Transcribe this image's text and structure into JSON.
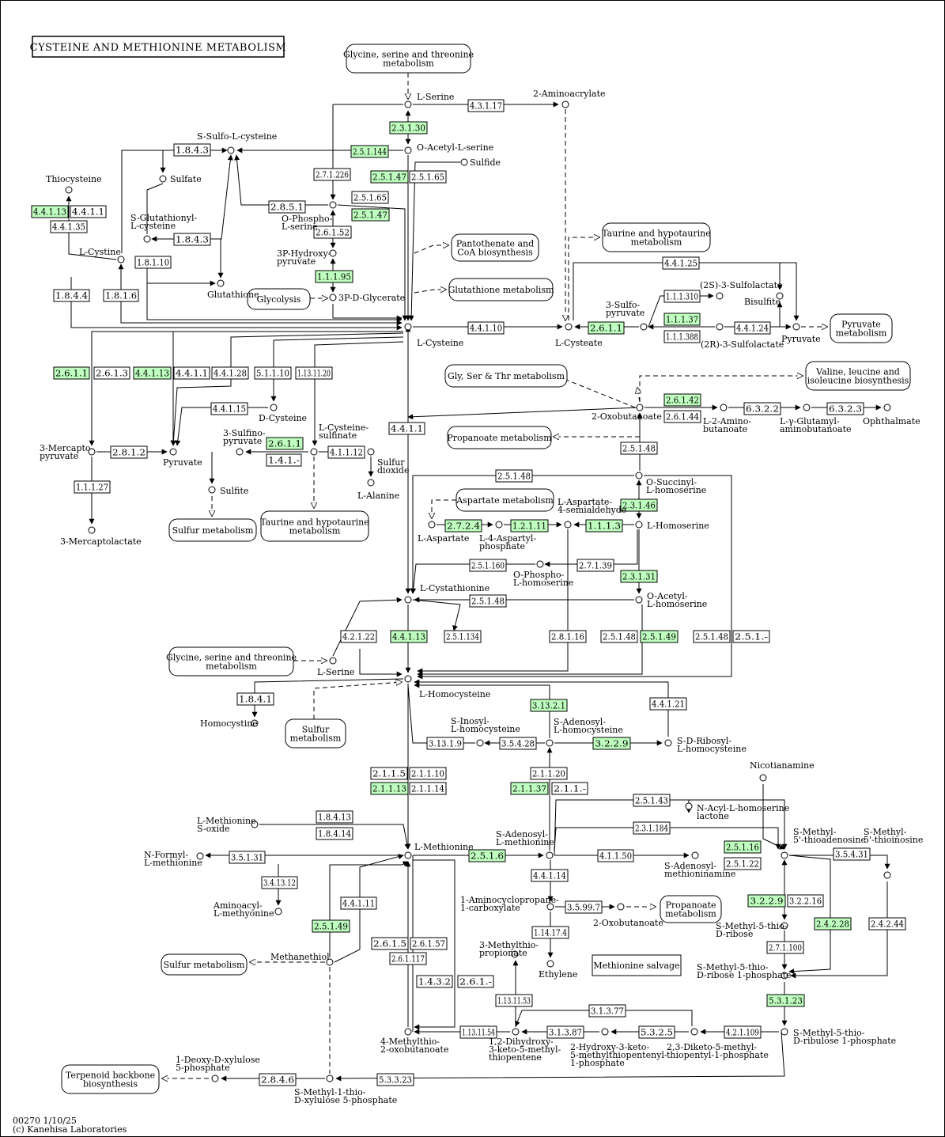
{
  "title": "CYSTEINE AND METHIONINE METABOLISM",
  "footer": [
    "00270 1/10/25",
    "(c) Kanehisa Laboratories"
  ],
  "colors": {
    "highlight": "#bfffbf",
    "line": "#000000",
    "background": "#ffffff"
  },
  "maps": [
    {
      "id": "gly_top",
      "lines": [
        "Glycine, serine and threonine",
        "metabolism"
      ]
    },
    {
      "id": "pant",
      "lines": [
        "Pantothenate and",
        "CoA biosynthesis"
      ]
    },
    {
      "id": "gsh",
      "lines": [
        "Glutathione metabolism"
      ]
    },
    {
      "id": "glyc",
      "lines": [
        "Glycolysis"
      ]
    },
    {
      "id": "taur_top",
      "lines": [
        "Taurine and hypotaurine",
        "metabolism"
      ]
    },
    {
      "id": "pyr",
      "lines": [
        "Pyruvate",
        "metabolism"
      ]
    },
    {
      "id": "gst",
      "lines": [
        "Gly, Ser & Thr metabolism"
      ]
    },
    {
      "id": "val",
      "lines": [
        "Valine, leucine and",
        "isoleucine biosynthesis"
      ]
    },
    {
      "id": "prop1",
      "lines": [
        "Propanoate metabolism"
      ]
    },
    {
      "id": "asp",
      "lines": [
        "Aspartate metabolism"
      ]
    },
    {
      "id": "sulf1",
      "lines": [
        "Sulfur metabolism"
      ]
    },
    {
      "id": "taur2",
      "lines": [
        "Taurine and hypotaurine",
        "metabolism"
      ]
    },
    {
      "id": "gly2",
      "lines": [
        "Glycine, serine and threonine",
        "metabolism"
      ]
    },
    {
      "id": "sulf2",
      "lines": [
        "Sulfur",
        "metabolism"
      ]
    },
    {
      "id": "prop2",
      "lines": [
        "Propanoate",
        "metabolism"
      ]
    },
    {
      "id": "sulf3",
      "lines": [
        "Sulfur metabolism"
      ]
    },
    {
      "id": "terp",
      "lines": [
        "Terpenoid backbone",
        "biosynthesis"
      ]
    }
  ],
  "enzymes": [
    {
      "id": "e4311_17",
      "t": "4.3.1.17",
      "hl": false
    },
    {
      "id": "e2311_30",
      "t": "2.3.1.30",
      "hl": true
    },
    {
      "id": "e25144",
      "t": "2.5.1.144",
      "hl": true
    },
    {
      "id": "e1843a",
      "t": "1.8.4.3",
      "hl": false
    },
    {
      "id": "e271226",
      "t": "2.7.1.226",
      "hl": false
    },
    {
      "id": "e25147a",
      "t": "2.5.1.47",
      "hl": true
    },
    {
      "id": "e25165a",
      "t": "2.5.1.65",
      "hl": false
    },
    {
      "id": "e25165b",
      "t": "2.5.1.65",
      "hl": false
    },
    {
      "id": "e25147b",
      "t": "2.5.1.47",
      "hl": true
    },
    {
      "id": "e2851",
      "t": "2.8.5.1",
      "hl": false
    },
    {
      "id": "e26152",
      "t": "2.6.1.52",
      "hl": false
    },
    {
      "id": "e11195",
      "t": "1.1.1.95",
      "hl": true
    },
    {
      "id": "e44113a",
      "t": "4.4.1.13",
      "hl": true
    },
    {
      "id": "e4411a",
      "t": "4.4.1.1",
      "hl": false
    },
    {
      "id": "e44135",
      "t": "4.4.1.35",
      "hl": false
    },
    {
      "id": "e1843b",
      "t": "1.8.4.3",
      "hl": false
    },
    {
      "id": "e18110",
      "t": "1.8.1.10",
      "hl": false
    },
    {
      "id": "e1844",
      "t": "1.8.4.4",
      "hl": false
    },
    {
      "id": "e1816",
      "t": "1.8.1.6",
      "hl": false
    },
    {
      "id": "e44110",
      "t": "4.4.1.10",
      "hl": false
    },
    {
      "id": "e2611a",
      "t": "2.6.1.1",
      "hl": true
    },
    {
      "id": "e44125",
      "t": "4.4.1.25",
      "hl": false
    },
    {
      "id": "e111310",
      "t": "1.1.1.310",
      "hl": false
    },
    {
      "id": "e11137",
      "t": "1.1.1.37",
      "hl": true
    },
    {
      "id": "e111388",
      "t": "1.1.1.388",
      "hl": false
    },
    {
      "id": "e44124",
      "t": "4.4.1.24",
      "hl": false
    },
    {
      "id": "e2611b",
      "t": "2.6.1.1",
      "hl": true
    },
    {
      "id": "e2613",
      "t": "2.6.1.3",
      "hl": false
    },
    {
      "id": "e44113b",
      "t": "4.4.1.13",
      "hl": true
    },
    {
      "id": "e4411b",
      "t": "4.4.1.1",
      "hl": false
    },
    {
      "id": "e44128",
      "t": "4.4.1.28",
      "hl": false
    },
    {
      "id": "e51110",
      "t": "5.1.1.10",
      "hl": false
    },
    {
      "id": "e1131120",
      "t": "1.13.11.20",
      "hl": false
    },
    {
      "id": "e44115",
      "t": "4.4.1.15",
      "hl": false
    },
    {
      "id": "e2812",
      "t": "2.8.1.2",
      "hl": false
    },
    {
      "id": "e2611c",
      "t": "2.6.1.1",
      "hl": true
    },
    {
      "id": "e141",
      "t": "1.4.1.-",
      "hl": false
    },
    {
      "id": "e41112",
      "t": "4.1.1.12",
      "hl": false
    },
    {
      "id": "e11127",
      "t": "1.1.1.27",
      "hl": false
    },
    {
      "id": "e4411c",
      "t": "4.4.1.1",
      "hl": false
    },
    {
      "id": "e26142",
      "t": "2.6.1.42",
      "hl": true
    },
    {
      "id": "e26144",
      "t": "2.6.1.44",
      "hl": false
    },
    {
      "id": "e6322",
      "t": "6.3.2.2",
      "hl": false
    },
    {
      "id": "e6323",
      "t": "6.3.2.3",
      "hl": false
    },
    {
      "id": "e25148a",
      "t": "2.5.1.48",
      "hl": false
    },
    {
      "id": "e25148b",
      "t": "2.5.1.48",
      "hl": false
    },
    {
      "id": "e23146",
      "t": "2.3.1.46",
      "hl": true
    },
    {
      "id": "e2724",
      "t": "2.7.2.4",
      "hl": true
    },
    {
      "id": "e12111",
      "t": "1.2.1.11",
      "hl": true
    },
    {
      "id": "e1113",
      "t": "1.1.1.3",
      "hl": true
    },
    {
      "id": "e251160",
      "t": "2.5.1.160",
      "hl": false
    },
    {
      "id": "e27139",
      "t": "2.7.1.39",
      "hl": false
    },
    {
      "id": "e23131",
      "t": "2.3.1.31",
      "hl": true
    },
    {
      "id": "e25148c",
      "t": "2.5.1.48",
      "hl": false
    },
    {
      "id": "e42122",
      "t": "4.2.1.22",
      "hl": false
    },
    {
      "id": "e44113c",
      "t": "4.4.1.13",
      "hl": true
    },
    {
      "id": "e251134",
      "t": "2.5.1.134",
      "hl": false
    },
    {
      "id": "e28116",
      "t": "2.8.1.16",
      "hl": false
    },
    {
      "id": "e25148d",
      "t": "2.5.1.48",
      "hl": false
    },
    {
      "id": "e25149a",
      "t": "2.5.1.49",
      "hl": true
    },
    {
      "id": "e25148e",
      "t": "2.5.1.48",
      "hl": false
    },
    {
      "id": "e251x",
      "t": "2.5.1.-",
      "hl": false
    },
    {
      "id": "e1841",
      "t": "1.8.4.1",
      "hl": false
    },
    {
      "id": "e31321",
      "t": "3.13.2.1",
      "hl": true
    },
    {
      "id": "e44121",
      "t": "4.4.1.21",
      "hl": false
    },
    {
      "id": "e3131",
      "t": "3.13.1.9",
      "hl": false
    },
    {
      "id": "e35428",
      "t": "3.5.4.28",
      "hl": false
    },
    {
      "id": "e3229a",
      "t": "3.2.2.9",
      "hl": true
    },
    {
      "id": "e2115",
      "t": "2.1.1.5",
      "hl": false
    },
    {
      "id": "e21110",
      "t": "2.1.1.10",
      "hl": false
    },
    {
      "id": "e21113",
      "t": "2.1.1.13",
      "hl": true
    },
    {
      "id": "e21114",
      "t": "2.1.1.14",
      "hl": false
    },
    {
      "id": "e21120",
      "t": "2.1.1.20",
      "hl": false
    },
    {
      "id": "e21137",
      "t": "2.1.1.37",
      "hl": true
    },
    {
      "id": "e211x",
      "t": "2.1.1.-",
      "hl": false
    },
    {
      "id": "e25143",
      "t": "2.5.1.43",
      "hl": false
    },
    {
      "id": "e231184",
      "t": "2.3.1.184",
      "hl": false
    },
    {
      "id": "e18413",
      "t": "1.8.4.13",
      "hl": false
    },
    {
      "id": "e18414",
      "t": "1.8.4.14",
      "hl": false
    },
    {
      "id": "e35131",
      "t": "3.5.1.31",
      "hl": false
    },
    {
      "id": "e25116",
      "t": "2.5.1.6",
      "hl": true
    },
    {
      "id": "e41150",
      "t": "4.1.1.50",
      "hl": false
    },
    {
      "id": "e251_16",
      "t": "2.5.1.16",
      "hl": true
    },
    {
      "id": "e25122",
      "t": "2.5.1.22",
      "hl": false
    },
    {
      "id": "e35431",
      "t": "3.5.4.31",
      "hl": false
    },
    {
      "id": "e341312",
      "t": "3.4.13.12",
      "hl": false
    },
    {
      "id": "e44111",
      "t": "4.4.1.11",
      "hl": false
    },
    {
      "id": "e44114",
      "t": "4.4.1.14",
      "hl": false
    },
    {
      "id": "e35997",
      "t": "3.5.99.7",
      "hl": false
    },
    {
      "id": "e3229b",
      "t": "3.2.2.9",
      "hl": true
    },
    {
      "id": "e32216",
      "t": "3.2.2.16",
      "hl": false
    },
    {
      "id": "e25149b",
      "t": "2.5.1.49",
      "hl": true
    },
    {
      "id": "e114174",
      "t": "1.14.17.4",
      "hl": false
    },
    {
      "id": "e24228",
      "t": "2.4.2.28",
      "hl": true
    },
    {
      "id": "e24244",
      "t": "2.4.2.44",
      "hl": false
    },
    {
      "id": "e271100",
      "t": "2.7.1.100",
      "hl": false
    },
    {
      "id": "e2615",
      "t": "2.6.1.5",
      "hl": false
    },
    {
      "id": "e26157",
      "t": "2.6.1.57",
      "hl": false
    },
    {
      "id": "e261117",
      "t": "2.6.1.117",
      "hl": false
    },
    {
      "id": "e1432",
      "t": "1.4.3.2",
      "hl": false
    },
    {
      "id": "e261x",
      "t": "2.6.1.-",
      "hl": false
    },
    {
      "id": "e1131153",
      "t": "1.13.11.53",
      "hl": false
    },
    {
      "id": "e31377",
      "t": "3.1.3.77",
      "hl": false
    },
    {
      "id": "e53123",
      "t": "5.3.1.23",
      "hl": true
    },
    {
      "id": "e1131154",
      "t": "1.13.11.54",
      "hl": false
    },
    {
      "id": "e31387",
      "t": "3.1.3.87",
      "hl": false
    },
    {
      "id": "e5325",
      "t": "5.3.2.5",
      "hl": false
    },
    {
      "id": "e421109",
      "t": "4.2.1.109",
      "hl": false
    },
    {
      "id": "e2846",
      "t": "2.8.4.6",
      "hl": false
    },
    {
      "id": "e53323",
      "t": "5.3.3.23",
      "hl": false
    }
  ],
  "compounds": [
    {
      "id": "lserine",
      "lines": [
        "L-Serine"
      ]
    },
    {
      "id": "aminoacrylate",
      "lines": [
        "2-Aminoacrylate"
      ]
    },
    {
      "id": "oacetylserine",
      "lines": [
        "O-Acetyl-L-serine"
      ]
    },
    {
      "id": "sulfide",
      "lines": [
        "Sulfide"
      ]
    },
    {
      "id": "ssulfocys",
      "lines": [
        "S-Sulfo-L-cysteine"
      ]
    },
    {
      "id": "sulfate",
      "lines": [
        "Sulfate"
      ]
    },
    {
      "id": "thiocysteine",
      "lines": [
        "Thiocysteine"
      ]
    },
    {
      "id": "sglutcys",
      "lines": [
        "S-Glutathionyl-",
        "L-cysteine"
      ]
    },
    {
      "id": "ophosphoser",
      "lines": [
        "O-Phospho-",
        "L-serine"
      ]
    },
    {
      "id": "hydroxypyr",
      "lines": [
        "3P-Hydroxy-",
        "pyruvate"
      ]
    },
    {
      "id": "pdglycerate",
      "lines": [
        "3P-D-Glycerate"
      ]
    },
    {
      "id": "lcystine",
      "lines": [
        "L-Cystine"
      ]
    },
    {
      "id": "glutathione",
      "lines": [
        "Glutathione"
      ]
    },
    {
      "id": "lcysteine",
      "lines": [
        "L-Cysteine"
      ]
    },
    {
      "id": "lcysteate",
      "lines": [
        "L-Cysteate"
      ]
    },
    {
      "id": "sulfopyr",
      "lines": [
        "3-Sulfo-",
        "pyruvate"
      ]
    },
    {
      "id": "sulfolactate2s",
      "lines": [
        "(2S)-3-Sulfolactate"
      ]
    },
    {
      "id": "sulfolactate2r",
      "lines": [
        "(2R)-3-Sulfolactate"
      ]
    },
    {
      "id": "bisulfite",
      "lines": [
        "Bisulfite"
      ]
    },
    {
      "id": "pyruvate1",
      "lines": [
        "Pyruvate"
      ]
    },
    {
      "id": "oxobut",
      "lines": [
        "2-Oxobutanoate"
      ]
    },
    {
      "id": "aminobut",
      "lines": [
        "L-2-Amino-",
        "butanoate"
      ]
    },
    {
      "id": "glutamylamino",
      "lines": [
        "L-γ-Glutamyl-",
        "aminobutanoate"
      ]
    },
    {
      "id": "ophthalmate",
      "lines": [
        "Ophthalmate"
      ]
    },
    {
      "id": "dcysteine",
      "lines": [
        "D-Cysteine"
      ]
    },
    {
      "id": "mercaptopyr",
      "lines": [
        "3-Mercapto-",
        "pyruvate"
      ]
    },
    {
      "id": "pyruvate2",
      "lines": [
        "Pyruvate"
      ]
    },
    {
      "id": "sulfinopyr",
      "lines": [
        "3-Sulfino-",
        "pyruvate"
      ]
    },
    {
      "id": "cysteinesulf",
      "lines": [
        "L-Cysteine-",
        "sulfinate"
      ]
    },
    {
      "id": "sulfurdiox",
      "lines": [
        "Sulfur",
        "dioxide"
      ]
    },
    {
      "id": "lalanine",
      "lines": [
        "L-Alanine"
      ]
    },
    {
      "id": "sulfite",
      "lines": [
        "Sulfite"
      ]
    },
    {
      "id": "mercaptolact",
      "lines": [
        "3-Mercaptolactate"
      ]
    },
    {
      "id": "osuccinylhs",
      "lines": [
        "O-Succinyl-",
        "L-homoserine"
      ]
    },
    {
      "id": "laspsemi",
      "lines": [
        "L-Aspartate-",
        "4-semialdehyde"
      ]
    },
    {
      "id": "lhomoserine",
      "lines": [
        "L-Homoserine"
      ]
    },
    {
      "id": "laspartate",
      "lines": [
        "L-Aspartate"
      ]
    },
    {
      "id": "aspphos",
      "lines": [
        "L-4-Aspartyl-",
        "phosphate"
      ]
    },
    {
      "id": "ophosphohs",
      "lines": [
        "O-Phospho-",
        "L-homoserine"
      ]
    },
    {
      "id": "lcystathionine",
      "lines": [
        "L-Cystathionine"
      ]
    },
    {
      "id": "oacetylhs",
      "lines": [
        "O-Acetyl-",
        "L-homoserine"
      ]
    },
    {
      "id": "lserine2",
      "lines": [
        "L-Serine"
      ]
    },
    {
      "id": "lhomocysteine",
      "lines": [
        "L-Homocysteine"
      ]
    },
    {
      "id": "homocystine",
      "lines": [
        "Homocystine"
      ]
    },
    {
      "id": "sinosyl",
      "lines": [
        "S-Inosyl-",
        "L-homocysteine"
      ]
    },
    {
      "id": "sah",
      "lines": [
        "S-Adenosyl-",
        "L-homocysteine"
      ]
    },
    {
      "id": "sribosyl",
      "lines": [
        "S-D-Ribosyl-",
        "L-homocysteine"
      ]
    },
    {
      "id": "nicotianamine",
      "lines": [
        "Nicotianamine"
      ]
    },
    {
      "id": "nacylhsl",
      "lines": [
        "N-Acyl-L-homoserine",
        "lactone"
      ]
    },
    {
      "id": "lmetsulfox",
      "lines": [
        "L-Methionine",
        "S-oxide"
      ]
    },
    {
      "id": "nformylmet",
      "lines": [
        "N-Formyl-",
        "L-methionine"
      ]
    },
    {
      "id": "lmethionine",
      "lines": [
        "L-Methionine"
      ]
    },
    {
      "id": "sam",
      "lines": [
        "S-Adenosyl-",
        "L-methionine"
      ]
    },
    {
      "id": "sadenmethiamine",
      "lines": [
        "S-Adenosyl-",
        "methioninamine"
      ]
    },
    {
      "id": "mta",
      "lines": [
        "S-Methyl-",
        "5'-thioadenosine"
      ]
    },
    {
      "id": "mti",
      "lines": [
        "S-Methyl-",
        "5'-thioinosine"
      ]
    },
    {
      "id": "aminoacylmet",
      "lines": [
        "Aminoacyl-",
        "L-methyonine"
      ]
    },
    {
      "id": "acc",
      "lines": [
        "1-Aminocyclopropane-",
        "1-carboxylate"
      ]
    },
    {
      "id": "oxobut2",
      "lines": [
        "2-Oxobutanoate"
      ]
    },
    {
      "id": "mtr",
      "lines": [
        "S-Methyl-5-thio-",
        "D-ribose"
      ]
    },
    {
      "id": "methanethiol",
      "lines": [
        "Methanethiol"
      ]
    },
    {
      "id": "mtrp",
      "lines": [
        "S-Methyl-5-thio-",
        "D-ribose 1-phosphate"
      ]
    },
    {
      "id": "methylthioprop",
      "lines": [
        "3-Methylthio-",
        "propionate"
      ]
    },
    {
      "id": "ethylene",
      "lines": [
        "Ethylene"
      ]
    },
    {
      "id": "mtob",
      "lines": [
        "4-Methylthio-",
        "2-oxobutanoate"
      ]
    },
    {
      "id": "dihydroxy",
      "lines": [
        "1,2-Dihydroxy-",
        "3-keto-5-methyl-",
        "thiopentene"
      ]
    },
    {
      "id": "hydroxyketo",
      "lines": [
        "2-Hydroxy-3-keto-",
        "5-methylthiopentenyl-",
        "1-phosphate"
      ]
    },
    {
      "id": "diketo",
      "lines": [
        "2,3-Diketo-5-methyl-",
        "thiopentyl-1-phosphate"
      ]
    },
    {
      "id": "mtrup",
      "lines": [
        "S-Methyl-5-thio-",
        "D-ribulose 1-phosphate"
      ]
    },
    {
      "id": "deoxyxyl",
      "lines": [
        "1-Deoxy-D-xylulose",
        "5-phosphate"
      ]
    },
    {
      "id": "smethylxyl",
      "lines": [
        "S-Methyl-1-thio-",
        "D-xylulose 5-phosphate"
      ]
    }
  ],
  "labels": {
    "salvage": "Methionine  salvage"
  }
}
